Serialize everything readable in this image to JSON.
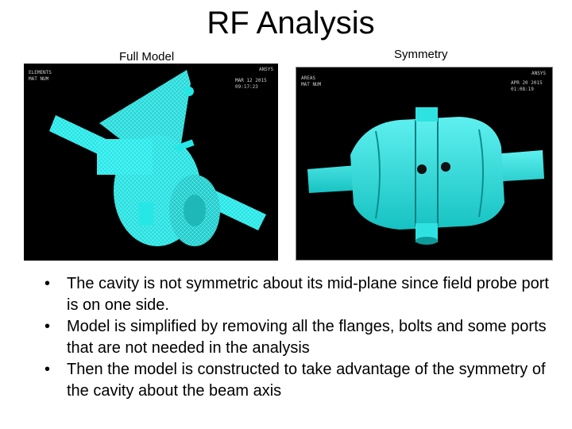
{
  "slide": {
    "title": "RF Analysis",
    "full_model_caption": "Full Model",
    "symmetry_caption": "Symmetry",
    "bullets": [
      "The cavity is not symmetric about its mid-plane since field probe port is on one side.",
      "Model is simplified by removing all the flanges, bolts and some ports that are not needed in the analysis",
      "Then the model is constructed to take advantage of the symmetry of the cavity about the beam axis"
    ]
  },
  "full_model_render": {
    "hud_top_left": "ELEMENTS\nMAT NUM",
    "hud_logo": "ANSYS",
    "hud_date": "MAR 12 2015\n09:17:23"
  },
  "symmetry_render": {
    "hud_top_left": "AREAS\nMAT NUM",
    "hud_logo": "ANSYS",
    "hud_date": "APR 20 2015\n01:08:19"
  },
  "colors": {
    "model_cyan": "#27e6e6",
    "mesh_line": "#9ffcfc",
    "panel_bg": "#000000"
  }
}
